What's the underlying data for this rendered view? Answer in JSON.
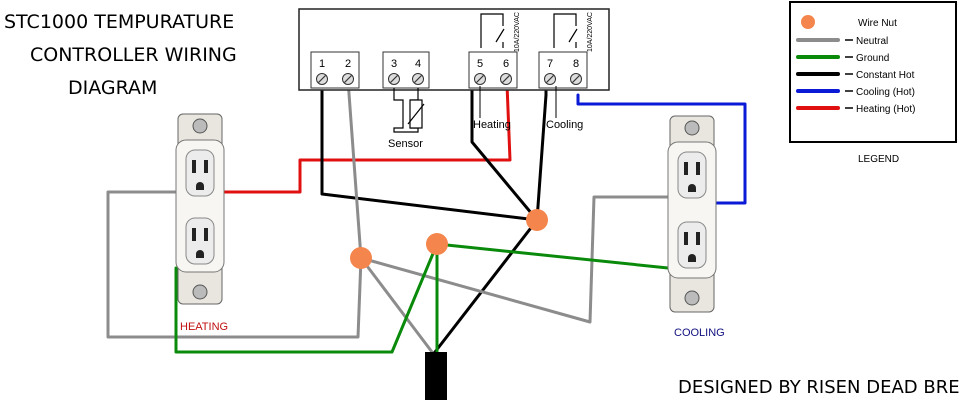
{
  "title": {
    "line1": "STC1000 TEMPURATURE",
    "line2": "CONTROLLER  WIRING",
    "line3": "DIAGRAM"
  },
  "controller": {
    "terminals": [
      "1",
      "2",
      "3",
      "4",
      "5",
      "6",
      "7",
      "8"
    ],
    "relay_rating": "10A/220VAC",
    "sensor_label": "Sensor",
    "heating_label": "Heating",
    "cooling_label": "Cooling"
  },
  "outlets": {
    "heating_label": "HEATING",
    "cooling_label": "COOLING"
  },
  "legend": {
    "title": "LEGEND",
    "items": [
      {
        "label": "Wire Nut",
        "color": "#f4854c",
        "kind": "nut"
      },
      {
        "label": "Neutral",
        "color": "#8c8c8c",
        "kind": "wire"
      },
      {
        "label": "Ground",
        "color": "#0a8a0a",
        "kind": "wire"
      },
      {
        "label": "Constant Hot",
        "color": "#000000",
        "kind": "wire"
      },
      {
        "label": "Cooling (Hot)",
        "color": "#0a1ad6",
        "kind": "wire"
      },
      {
        "label": "Heating (Hot)",
        "color": "#e01010",
        "kind": "wire"
      }
    ]
  },
  "colors": {
    "neutral": "#8c8c8c",
    "ground": "#0a8a0a",
    "hot": "#000000",
    "cooling_hot": "#0a1ad6",
    "heating_hot": "#e01010",
    "wire_nut": "#f4854c",
    "heating_text": "#c01010",
    "cooling_text": "#101080"
  },
  "footer": "DESIGNED BY RISEN DEAD BREWING"
}
